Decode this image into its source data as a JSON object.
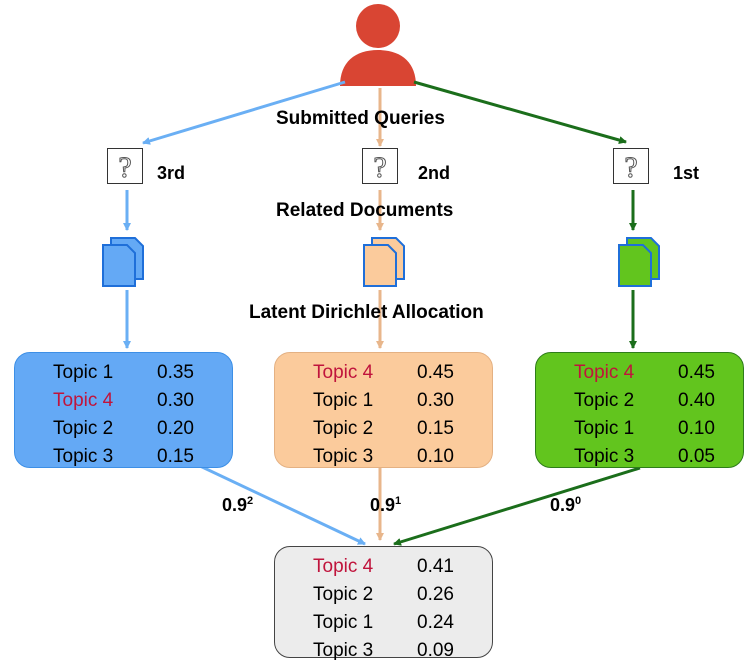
{
  "labels": {
    "submitted_queries": "Submitted Queries",
    "related_documents": "Related Documents",
    "lda": "Latent Dirichlet Allocation"
  },
  "queries": [
    {
      "order": "3rd",
      "color": "#6aaff4"
    },
    {
      "order": "2nd",
      "color": "#e8b68b"
    },
    {
      "order": "1st",
      "color": "#1b6e1b"
    }
  ],
  "topic_boxes": [
    {
      "fill": "#64a9f5",
      "border": "#3d8fe6",
      "rows": [
        {
          "name": "Topic 1",
          "value": "0.35",
          "highlight": false
        },
        {
          "name": "Topic 4",
          "value": "0.30",
          "highlight": true
        },
        {
          "name": "Topic 2",
          "value": "0.20",
          "highlight": false
        },
        {
          "name": "Topic 3",
          "value": "0.15",
          "highlight": false
        }
      ]
    },
    {
      "fill": "#fbcb9c",
      "border": "#e4b183",
      "rows": [
        {
          "name": "Topic 4",
          "value": "0.45",
          "highlight": true
        },
        {
          "name": "Topic 1",
          "value": "0.30",
          "highlight": false
        },
        {
          "name": "Topic 2",
          "value": "0.15",
          "highlight": false
        },
        {
          "name": "Topic 3",
          "value": "0.10",
          "highlight": false
        }
      ]
    },
    {
      "fill": "#62c51e",
      "border": "#2e7d1a",
      "rows": [
        {
          "name": "Topic 4",
          "value": "0.45",
          "highlight": true
        },
        {
          "name": "Topic 2",
          "value": "0.40",
          "highlight": false
        },
        {
          "name": "Topic 1",
          "value": "0.10",
          "highlight": false
        },
        {
          "name": "Topic 3",
          "value": "0.05",
          "highlight": false
        }
      ]
    }
  ],
  "weights": [
    {
      "base": "0.9",
      "exp": "2"
    },
    {
      "base": "0.9",
      "exp": "1"
    },
    {
      "base": "0.9",
      "exp": "0"
    }
  ],
  "result": {
    "fill": "#ececec",
    "border": "#444444",
    "rows": [
      {
        "name": "Topic 4",
        "value": "0.41",
        "highlight": true
      },
      {
        "name": "Topic 2",
        "value": "0.26",
        "highlight": false
      },
      {
        "name": "Topic 1",
        "value": "0.24",
        "highlight": false
      },
      {
        "name": "Topic 3",
        "value": "0.09",
        "highlight": false
      }
    ]
  },
  "colors": {
    "highlight_text": "#c0143c",
    "user": "#d94533"
  },
  "icons": [
    "user-icon",
    "question-icon",
    "documents-icon"
  ]
}
